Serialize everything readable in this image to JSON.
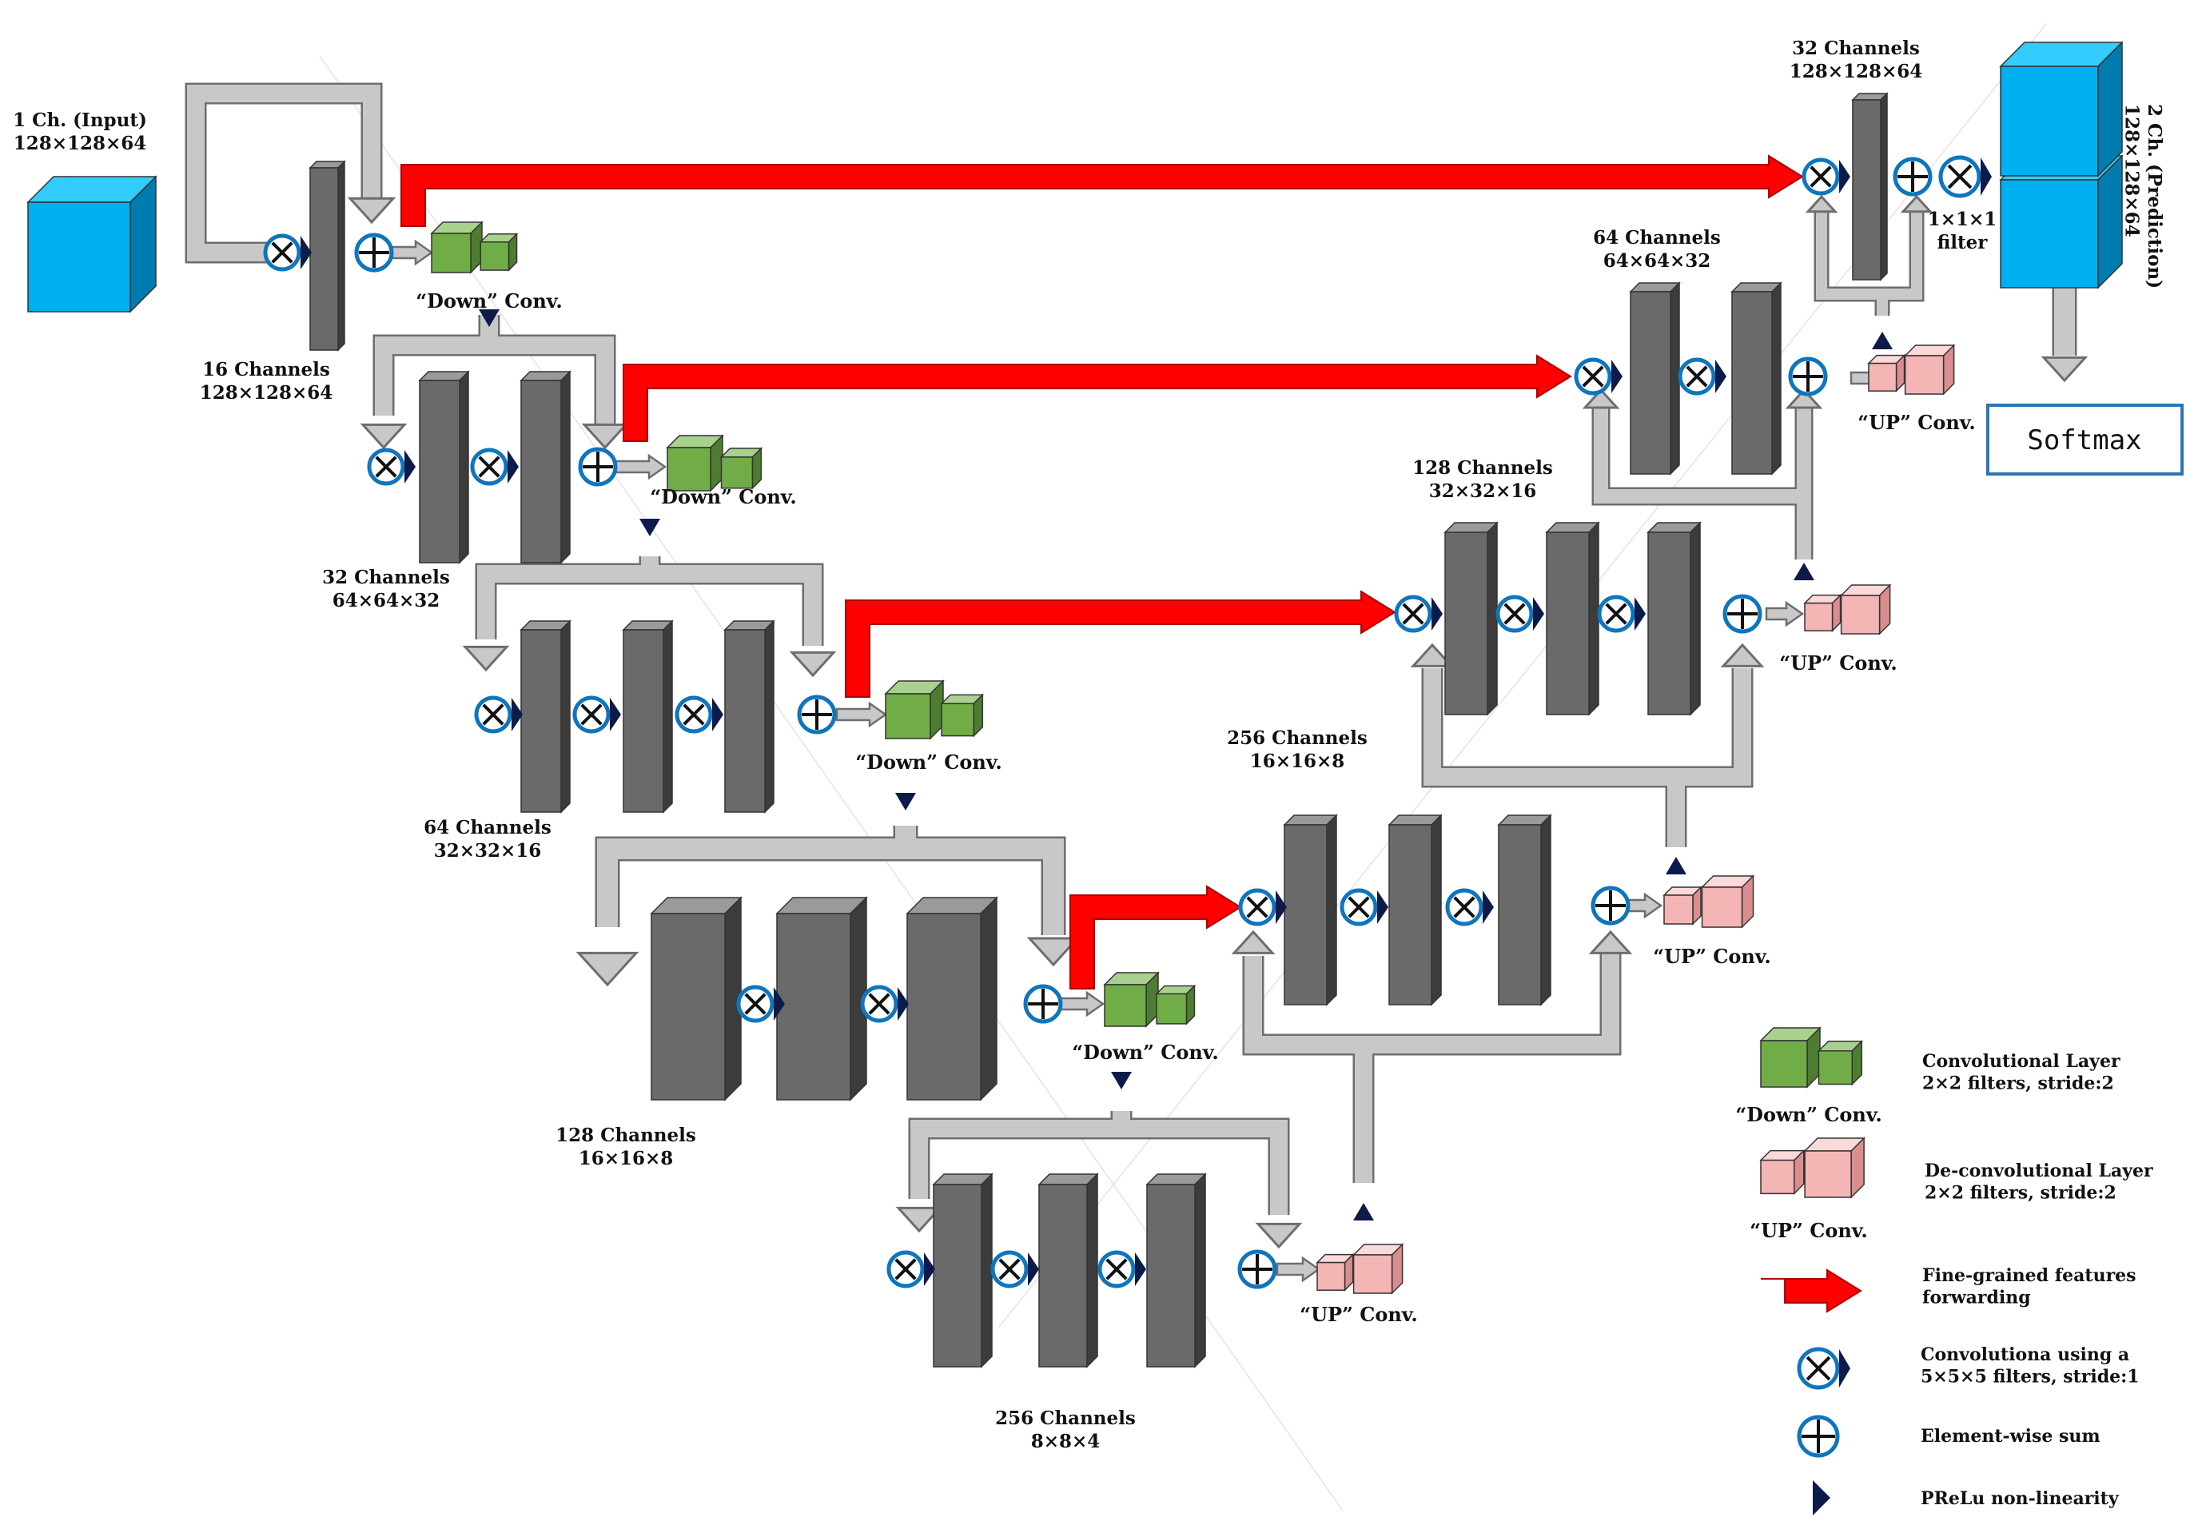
{
  "colors": {
    "block_front": "#6a6a6a",
    "block_side": "#3c3c3c",
    "block_top": "#9a9a9a",
    "down_front": "#70ad47",
    "down_top": "#a9d18e",
    "down_side": "#4e7d31",
    "up_front": "#f4b5b5",
    "up_top": "#fbd9d9",
    "up_side": "#d88e8e",
    "cube_front": "#00b0f0",
    "cube_top": "#33ccff",
    "cube_side": "#007cb0",
    "forward_arrow": "#ff0000",
    "skip_arrow": "#c8c8c8",
    "op_stroke": "#0f75bc",
    "prelu": "#0d1b4a",
    "softmax_border": "#2e75b6"
  },
  "icons": [
    "conv-op-icon",
    "sum-op-icon",
    "prelu-icon"
  ],
  "labels": {
    "input": [
      "1 Ch. (Input)",
      "128×128×64"
    ],
    "enc1": [
      "16 Channels",
      "128×128×64"
    ],
    "enc2": [
      "32 Channels",
      "64×64×32"
    ],
    "enc3": [
      "64 Channels",
      "32×32×16"
    ],
    "enc4": [
      "128 Channels",
      "16×16×8"
    ],
    "bottom": [
      "256 Channels",
      "8×8×4"
    ],
    "dec4": [
      "256 Channels",
      "16×16×8"
    ],
    "dec3": [
      "128 Channels",
      "32×32×16"
    ],
    "dec2": [
      "64 Channels",
      "64×64×32"
    ],
    "dec1": [
      "32 Channels",
      "128×128×64"
    ],
    "output": [
      "2 Ch. (Prediction)",
      "128×128×64"
    ],
    "filter": [
      "1×1×1",
      "filter"
    ]
  },
  "down_conv_label": "“Down” Conv.",
  "up_conv_label": "“UP” Conv.",
  "softmax_label": "Softmax",
  "legend": {
    "down": {
      "label": "“Down” Conv.",
      "lines": [
        "Convolutional Layer",
        "2×2 filters, stride:2"
      ]
    },
    "up": {
      "label": "“UP” Conv.",
      "lines": [
        "De-convolutional Layer",
        "2×2 filters, stride:2"
      ]
    },
    "forward": {
      "lines": [
        "Fine-grained features",
        "forwarding"
      ]
    },
    "conv": {
      "lines": [
        "Convolutiona using a",
        "5×5×5 filters, stride:1"
      ]
    },
    "sum": {
      "lines": [
        "Element-wise sum"
      ]
    },
    "prelu": {
      "lines": [
        "PReLu non-linearity"
      ]
    }
  }
}
